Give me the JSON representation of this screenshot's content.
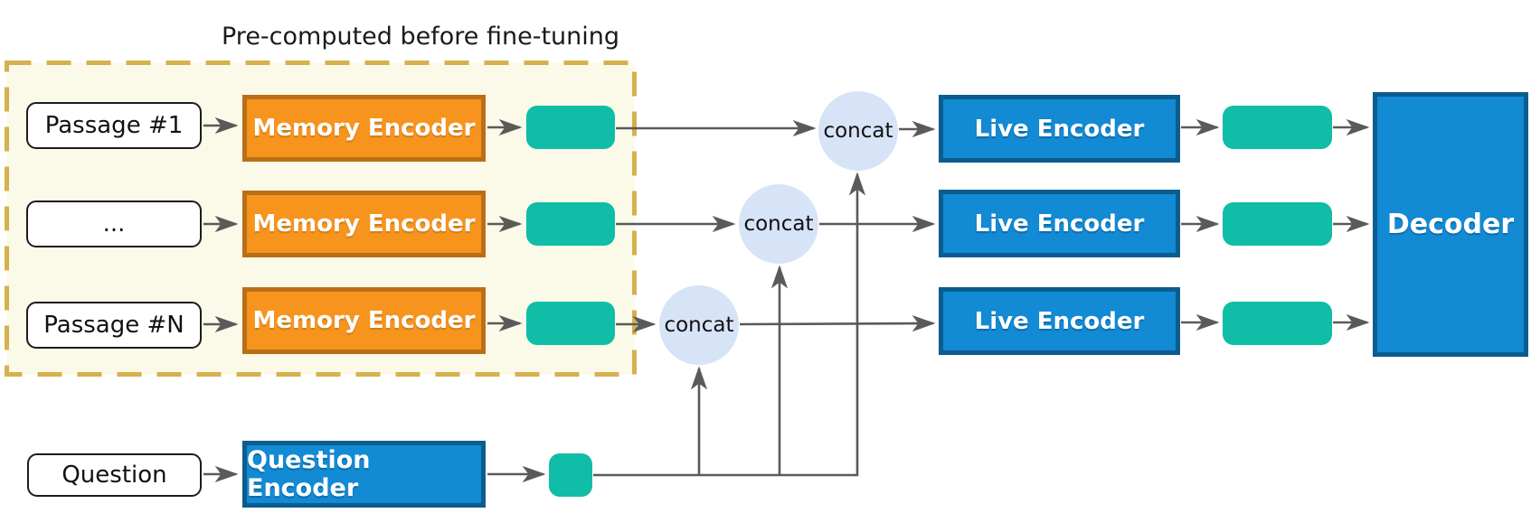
{
  "title": "Pre-computed before fine-tuning",
  "colors": {
    "orange": "#F7941E",
    "orange_border": "#BA6F16",
    "blue": "#128AD4",
    "blue_border": "#0B5C8F",
    "teal": "#10BDA6",
    "concat_fill": "#D7E3F7",
    "region_bg": "#FBF9E8",
    "region_border": "#D5B14E",
    "arrow": "#5A5A5B"
  },
  "nodes": {
    "passages": [
      {
        "label": "Passage #1"
      },
      {
        "label": "..."
      },
      {
        "label": "Passage #N"
      }
    ],
    "memory_encoders": [
      {
        "label": "Memory Encoder"
      },
      {
        "label": "Memory Encoder"
      },
      {
        "label": "Memory Encoder"
      }
    ],
    "concats": [
      {
        "label": "concat"
      },
      {
        "label": "concat"
      },
      {
        "label": "concat"
      }
    ],
    "live_encoders": [
      {
        "label": "Live Encoder"
      },
      {
        "label": "Live Encoder"
      },
      {
        "label": "Live Encoder"
      }
    ],
    "question": {
      "label": "Question"
    },
    "question_encoder": {
      "label": "Question Encoder"
    },
    "decoder": {
      "label": "Decoder"
    },
    "embedding_blocks": {
      "passage_embeddings_count": 3,
      "live_embeddings_count": 3,
      "question_embeddings_count": 1
    }
  }
}
